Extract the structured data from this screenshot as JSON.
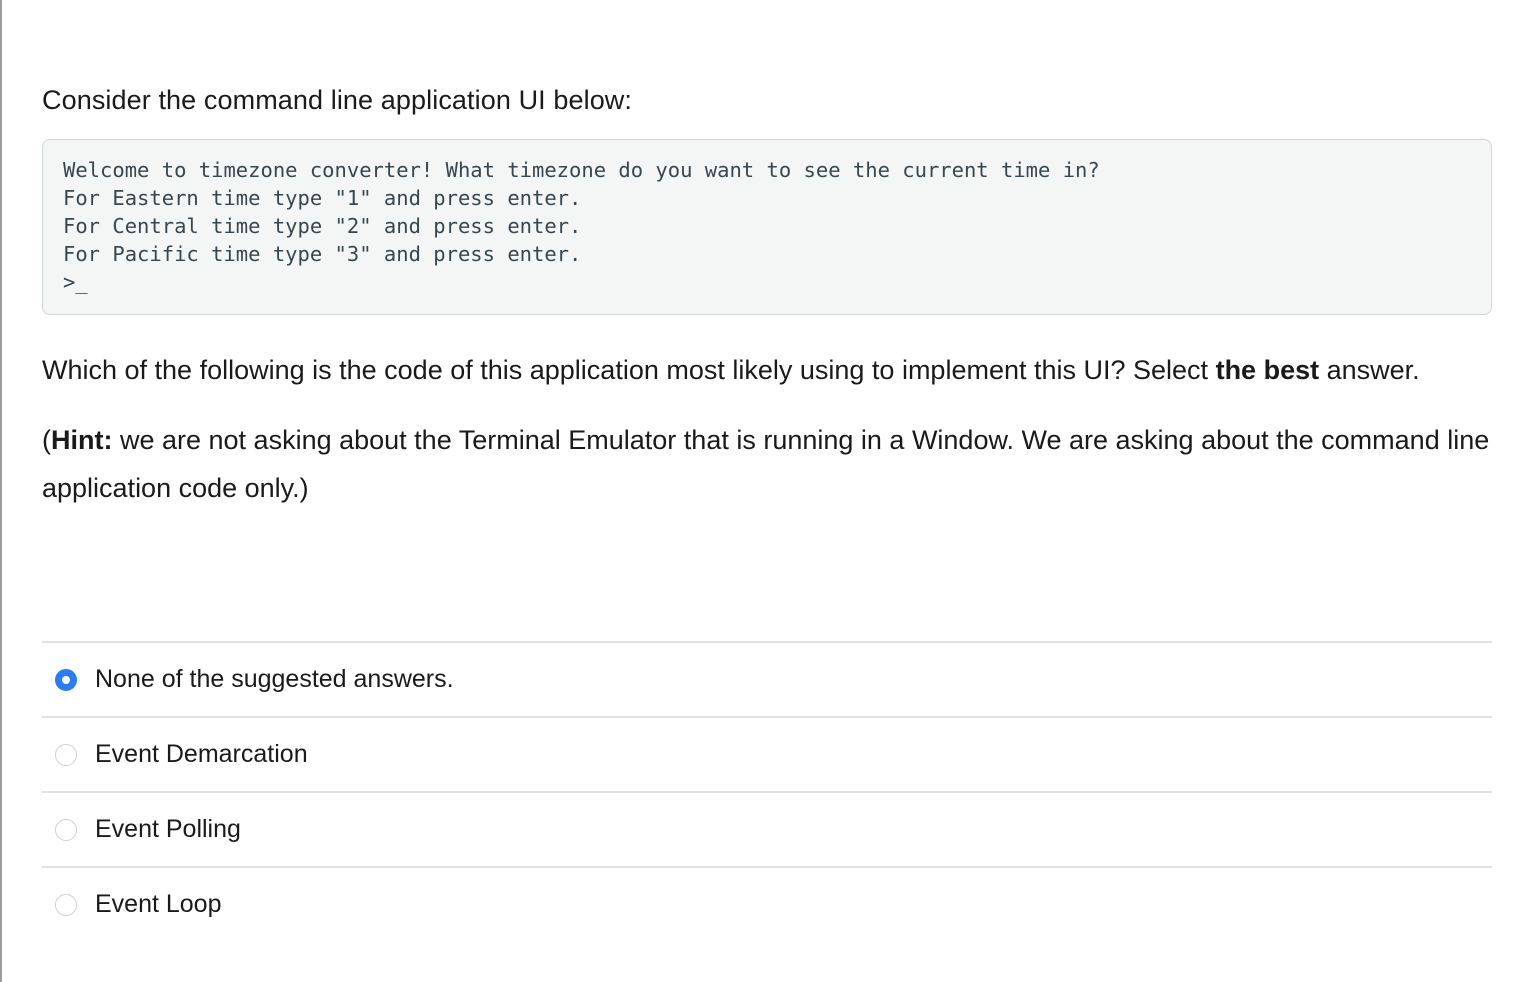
{
  "intro": {
    "text": "Consider the command line application UI below:"
  },
  "terminal": {
    "lines": [
      "Welcome to timezone converter! What timezone do you want to see the current time in?",
      "For Eastern time type \"1\" and press enter.",
      "For Central time type \"2\" and press enter.",
      "For Pacific time type \"3\" and press enter.",
      ">_"
    ],
    "background_color": "#f4f5f5",
    "text_color": "#37474f",
    "border_color": "#d3d6d8"
  },
  "question": {
    "part1": "Which of the following is the code of this application most likely using to implement this UI? Select ",
    "bold1": "the best",
    "part2": " answer."
  },
  "hint": {
    "open_paren": "(",
    "label": "Hint:",
    "text": " we are not asking about the Terminal Emulator that is running in a Window. We are asking about the command line application code only.)"
  },
  "options": [
    {
      "label": "None of the suggested answers.",
      "selected": true
    },
    {
      "label": "Event Demarcation",
      "selected": false
    },
    {
      "label": "Event Polling",
      "selected": false
    },
    {
      "label": "Event Loop",
      "selected": false
    }
  ],
  "colors": {
    "selected_radio": "#2b7cf0",
    "divider": "#e2e2e2"
  }
}
